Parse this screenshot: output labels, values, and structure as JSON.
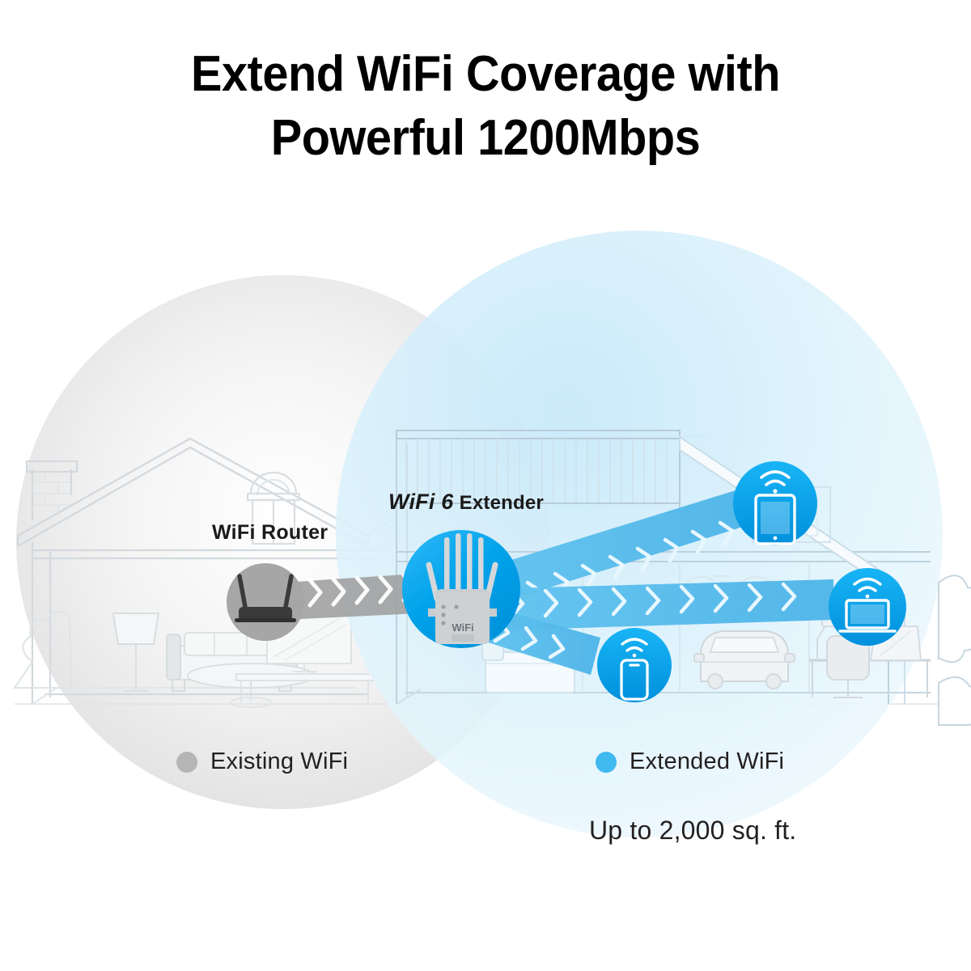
{
  "headline": {
    "line1": "Extend WiFi Coverage with",
    "line2": "Powerful 1200Mbps"
  },
  "diagram": {
    "router_label": "WiFi Router",
    "extender_label_primary": "WiFi 6",
    "extender_label_secondary": "Extender",
    "extender_device_text": "WiFi",
    "coverage_existing_color": "#b5b5b5",
    "coverage_extended_color": "#40b9ef",
    "beam_existing_color": "#9e9e9e",
    "beam_extended_color": "#4ab6ec",
    "device_circle_color": "#00a0e3",
    "house_outline_color": "#d0d7dc"
  },
  "legend": {
    "existing": {
      "label": "Existing WiFi",
      "color": "#b5b5b5"
    },
    "extended": {
      "label": "Extended WiFi",
      "color": "#40b9ef"
    }
  },
  "footnote": {
    "text": "Up to 2,000 sq. ft."
  },
  "icons": {
    "tablet": "tablet-icon",
    "laptop": "laptop-icon",
    "phone": "smartphone-icon",
    "wifi_arc": "wifi-signal-icon",
    "router": "router-icon",
    "extender": "wifi-extender-icon"
  }
}
